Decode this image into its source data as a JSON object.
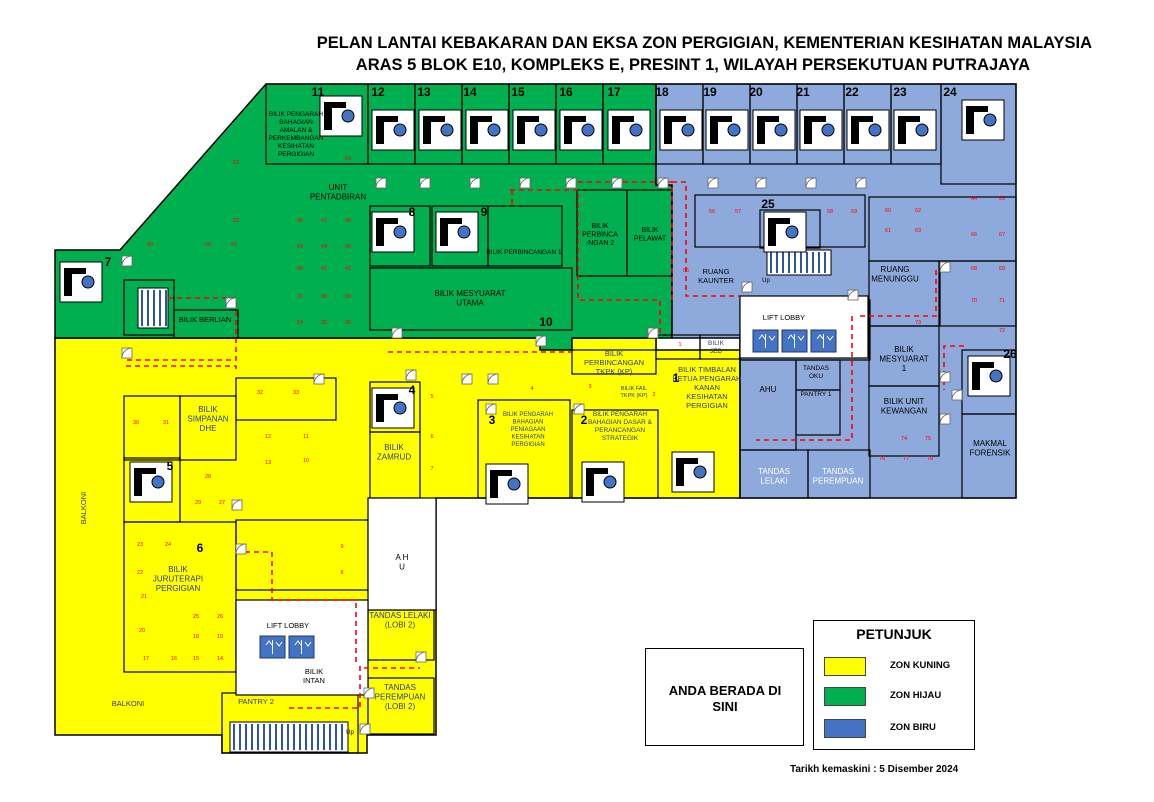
{
  "title_line1": "PELAN LANTAI KEBAKARAN DAN EKSA ZON PERGIGIAN, KEMENTERIAN KESIHATAN MALAYSIA",
  "title_line2": "ARAS 5 BLOK E10, KOMPLEKS E, PRESINT 1, WILAYAH PERSEKUTUAN PUTRAJAYA",
  "colors": {
    "kuning": "#ffff00",
    "hijau": "#00b050",
    "biru": "#8ea9db",
    "extinguisher_bg": "#4472c4",
    "route": "#ff0000",
    "wall": "#000000"
  },
  "rooms": {
    "bilik_pengarah_amalan": "BILIK PENGARAH BAHAGIAN AMALAN & PERKEMBANGAN KESIHATAN PERGIGIAN",
    "unit_pentadbiran": "UNIT PENTADBIRAN",
    "bilik_perbincangan_1": "BILIK PERBINCANGAN 1",
    "bilik_perbincangan_2": "BILIK PERBINCA -NGAN 2",
    "bilik_pelawat": "BILIK PELAWAT",
    "ruang_kaunter": "RUANG KAUNTER",
    "bilik_mesyuarat_utama": "BILIK MESYUARAT UTAMA",
    "bilik_berlian": "BILIK BERLIAN",
    "lift_lobby_1": "LIFT LOBBY",
    "ruang_menunggu": "RUANG MENUNGGU",
    "bilik_perbincangan_tkpk": "BILIK PERBINCANGAN TKPK (KP)",
    "bilik_jed": "BILIK JED",
    "bilik_fail": "BILIK FAIL TKPK (KP)",
    "bilik_timbalan": "BILIK TIMBALAN KETUA PENGARAH KANAN KESIHATAN PERGIGIAN",
    "ahu_1": "AHU",
    "tandas_oku": "TANDAS OKU",
    "pantry_1": "PANTRY 1",
    "bilik_mesyuarat_1": "BILIK MESYUARAT 1",
    "bilik_unit_kewangan": "BILIK UNIT KEWANGAN",
    "makmal_forensik": "MAKMAL FORENSIK",
    "tandas_lelaki": "TANDAS LELAKI",
    "tandas_perempuan": "TANDAS PEREMPUAN",
    "bilik_simpanan": "BILIK SIMPANAN DHE",
    "bilik_zamrud": "BILIK ZAMRUD",
    "bilik_pengarah_peniagaan": "BILIK PENGARAH BAHAGIAN PENIAGAAN KESIHATAN PERGIGIAN",
    "bilik_pengarah_dasar": "BILIK PENGARAH BAHAGIAN DASAR & PERANCANGAN STRATEGIK",
    "balkoni_1": "BALKONI",
    "balkoni_2": "BALKONI",
    "bilik_juruterapi": "BILIK JURUTERAPI PERGIGIAN",
    "ahu_2": "A H U",
    "lift_lobby_2": "LIFT LOBBY",
    "tandas_lelaki_2": "TANDAS LELAKI (LOBI 2)",
    "tandas_perempuan_2": "TANDAS PEREMPUAN (LOBI 2)",
    "bilik_intan": "BILIK INTAN",
    "pantry_2": "PANTRY 2",
    "up_1": "Up",
    "up_2": "Up"
  },
  "office_numbers": [
    "1",
    "2",
    "3",
    "4",
    "5",
    "6",
    "7",
    "8",
    "9",
    "10",
    "11",
    "12",
    "13",
    "14",
    "15",
    "16",
    "17",
    "18",
    "19",
    "20",
    "21",
    "22",
    "23",
    "24",
    "25",
    "26"
  ],
  "seat_numbers": [
    "1",
    "2",
    "3",
    "4",
    "5",
    "6",
    "7",
    "8",
    "9",
    "10",
    "11",
    "12",
    "13",
    "14",
    "15",
    "16",
    "17",
    "18",
    "19",
    "20",
    "21",
    "22",
    "23",
    "24",
    "25",
    "26",
    "27",
    "28",
    "29",
    "30",
    "31",
    "32",
    "33",
    "34",
    "35",
    "36",
    "37",
    "38",
    "39",
    "40",
    "41",
    "42",
    "43",
    "44",
    "45",
    "46",
    "47",
    "48",
    "49",
    "50",
    "51",
    "52",
    "53",
    "54",
    "55",
    "56",
    "57",
    "58",
    "59",
    "60",
    "61",
    "62",
    "63",
    "64",
    "65",
    "66",
    "67",
    "68",
    "69",
    "70",
    "71",
    "72",
    "73",
    "74",
    "75",
    "76",
    "77",
    "78"
  ],
  "legend": {
    "title": "PETUNJUK",
    "items": [
      {
        "label": "ZON KUNING",
        "color": "#ffff00"
      },
      {
        "label": "ZON HIJAU",
        "color": "#00b050"
      },
      {
        "label": "ZON BIRU",
        "color": "#4472c4"
      }
    ]
  },
  "you_are_here": "ANDA BERADA DI SINI",
  "updated": "Tarikh kemaskini : 5 Disember 2024"
}
